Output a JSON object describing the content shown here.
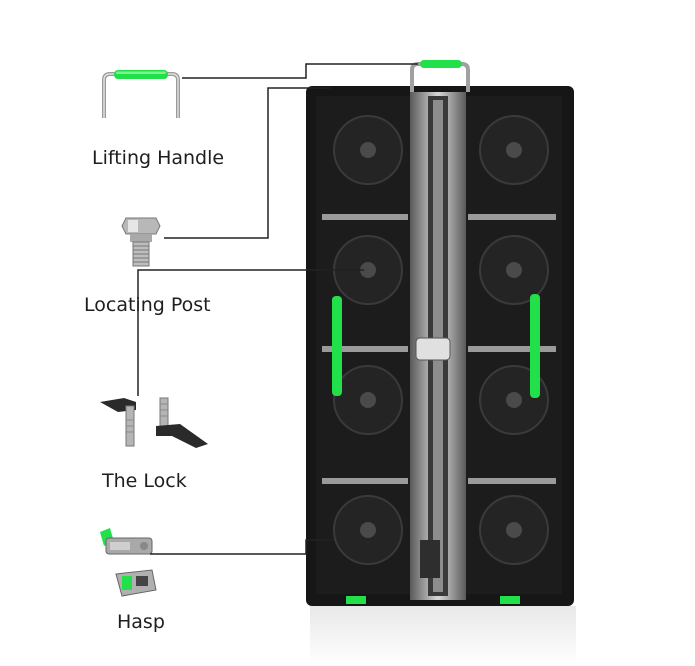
{
  "labels": {
    "lifting_handle": "Lifting Handle",
    "locating_post": "Locating Post",
    "the_lock": "The Lock",
    "hasp": "Hasp"
  },
  "colors": {
    "accent_green": "#22e04a",
    "frame_black": "#161616",
    "metal_light": "#c9c9c9",
    "line": "#222222"
  },
  "icons": [
    "lifting-handle-icon",
    "locating-post-icon",
    "lock-icon",
    "hasp-icon"
  ]
}
